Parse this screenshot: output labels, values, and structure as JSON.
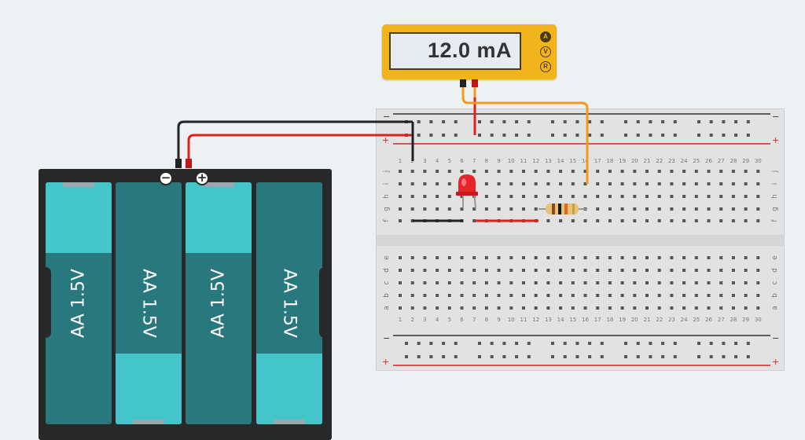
{
  "multimeter": {
    "reading": "12.0 mA",
    "modes": [
      {
        "id": "A",
        "label": "A",
        "active": true
      },
      {
        "id": "V",
        "label": "V",
        "active": false
      },
      {
        "id": "R",
        "label": "R",
        "active": false
      }
    ]
  },
  "battery_pack": {
    "cells": [
      {
        "label": "AA 1.5V",
        "orientation": "up"
      },
      {
        "label": "AA 1.5V",
        "orientation": "down"
      },
      {
        "label": "AA 1.5V",
        "orientation": "up"
      },
      {
        "label": "AA 1.5V",
        "orientation": "down"
      }
    ],
    "negative_symbol": "−",
    "positive_symbol": "+"
  },
  "breadboard": {
    "columns": [
      "1",
      "2",
      "3",
      "4",
      "5",
      "6",
      "7",
      "8",
      "9",
      "10",
      "11",
      "12",
      "13",
      "14",
      "15",
      "16",
      "17",
      "18",
      "19",
      "20",
      "21",
      "22",
      "23",
      "24",
      "25",
      "26",
      "27",
      "28",
      "29",
      "30"
    ],
    "rows_top": [
      "j",
      "i",
      "h",
      "g",
      "f"
    ],
    "rows_bottom": [
      "e",
      "d",
      "c",
      "b",
      "a"
    ],
    "rail_minus": "−",
    "rail_plus": "+"
  },
  "components": {
    "led": {
      "color": "#e8242a"
    },
    "resistor": {
      "bands": [
        "#8b4a1f",
        "#1a1a1a",
        "#e06a1a",
        "#c8a23a"
      ]
    }
  },
  "wires": {
    "black": "#222222",
    "red": "#e01f1f",
    "orange": "#f29a1a"
  }
}
